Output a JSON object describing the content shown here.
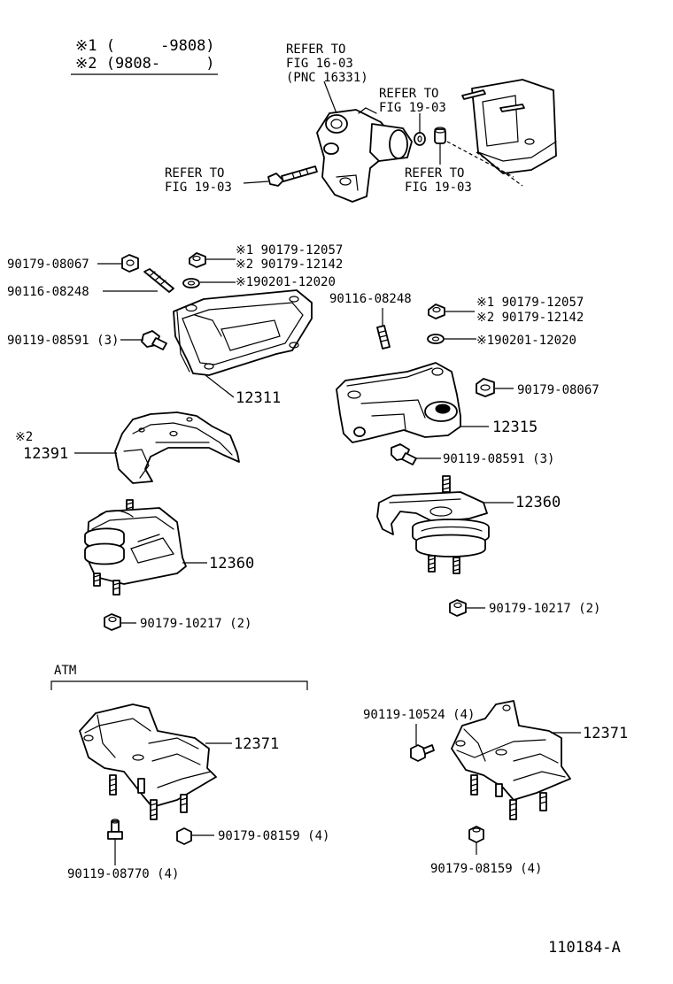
{
  "header": {
    "legend_1": "※1 (     -9808)",
    "legend_2": "※2 (9808-     )"
  },
  "refs": {
    "ref_16_03_line1": "REFER TO",
    "ref_16_03_line2": "FIG 16-03",
    "ref_16_03_line3": "(PNC 16331)",
    "ref_19_03a_line1": "REFER TO",
    "ref_19_03a_line2": "FIG 19-03",
    "ref_19_03b_line1": "REFER TO",
    "ref_19_03b_line2": "FIG 19-03",
    "ref_19_03c_line1": "REFER TO",
    "ref_19_03c_line2": "FIG 19-03"
  },
  "labels": {
    "l_90179_08067_left": "90179-08067",
    "l_90116_08248_left": "90116-08248",
    "l_90119_08591_left": "90119-08591 (3)",
    "l_nut_alt1_left": "※1 90179-12057",
    "l_nut_alt2_left": "※2 90179-12142",
    "l_washer_left": "※190201-12020",
    "l_12311": "12311",
    "l_12391_mark": "※2",
    "l_12391": "12391",
    "l_12360_left": "12360",
    "l_90179_10217_left": "90179-10217 (2)",
    "l_90116_08248_right": "90116-08248",
    "l_nut_alt1_right": "※1 90179-12057",
    "l_nut_alt2_right": "※2 90179-12142",
    "l_washer_right": "※190201-12020",
    "l_90179_08067_right": "90179-08067",
    "l_12315": "12315",
    "l_90119_08591_right": "90119-08591 (3)",
    "l_12360_right": "12360",
    "l_90179_10217_right": "90179-10217 (2)",
    "l_atm": "ATM",
    "l_12371_left": "12371",
    "l_90179_08159_left": "90179-08159 (4)",
    "l_90119_08770": "90119-08770 (4)",
    "l_90119_10524": "90119-10524 (4)",
    "l_12371_right": "12371",
    "l_90179_08159_right": "90179-08159 (4)",
    "l_figure_code": "110184-A"
  }
}
